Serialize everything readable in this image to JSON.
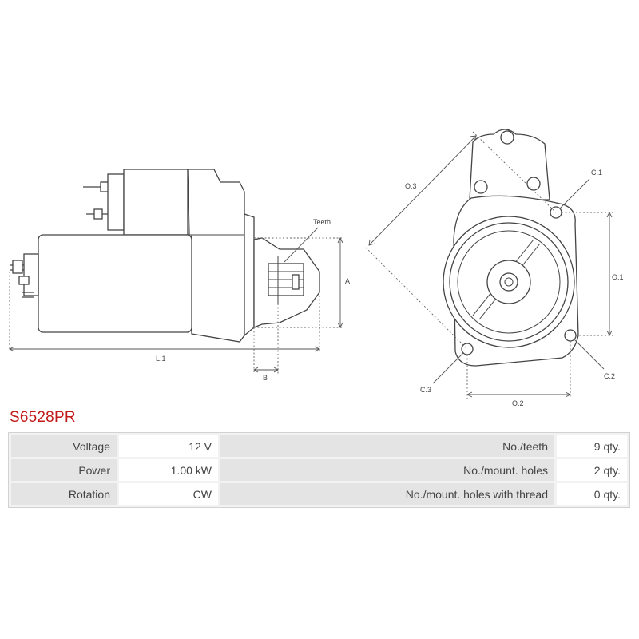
{
  "diagram": {
    "labels": {
      "teeth": "Teeth",
      "a": "A",
      "b": "B",
      "l1": "L.1",
      "c1": "C.1",
      "c2": "C.2",
      "c3": "C.3",
      "o1": "O.1",
      "o2": "O.2",
      "o3": "O.3"
    }
  },
  "product": {
    "code": "S6528PR"
  },
  "specs": {
    "rows": [
      {
        "label": "Voltage",
        "value": "12 V",
        "label2": "No./teeth",
        "value2": "9 qty."
      },
      {
        "label": "Power",
        "value": "1.00 kW",
        "label2": "No./mount. holes",
        "value2": "2 qty."
      },
      {
        "label": "Rotation",
        "value": "CW",
        "label2": "No./mount. holes with thread",
        "value2": "0 qty."
      }
    ]
  }
}
